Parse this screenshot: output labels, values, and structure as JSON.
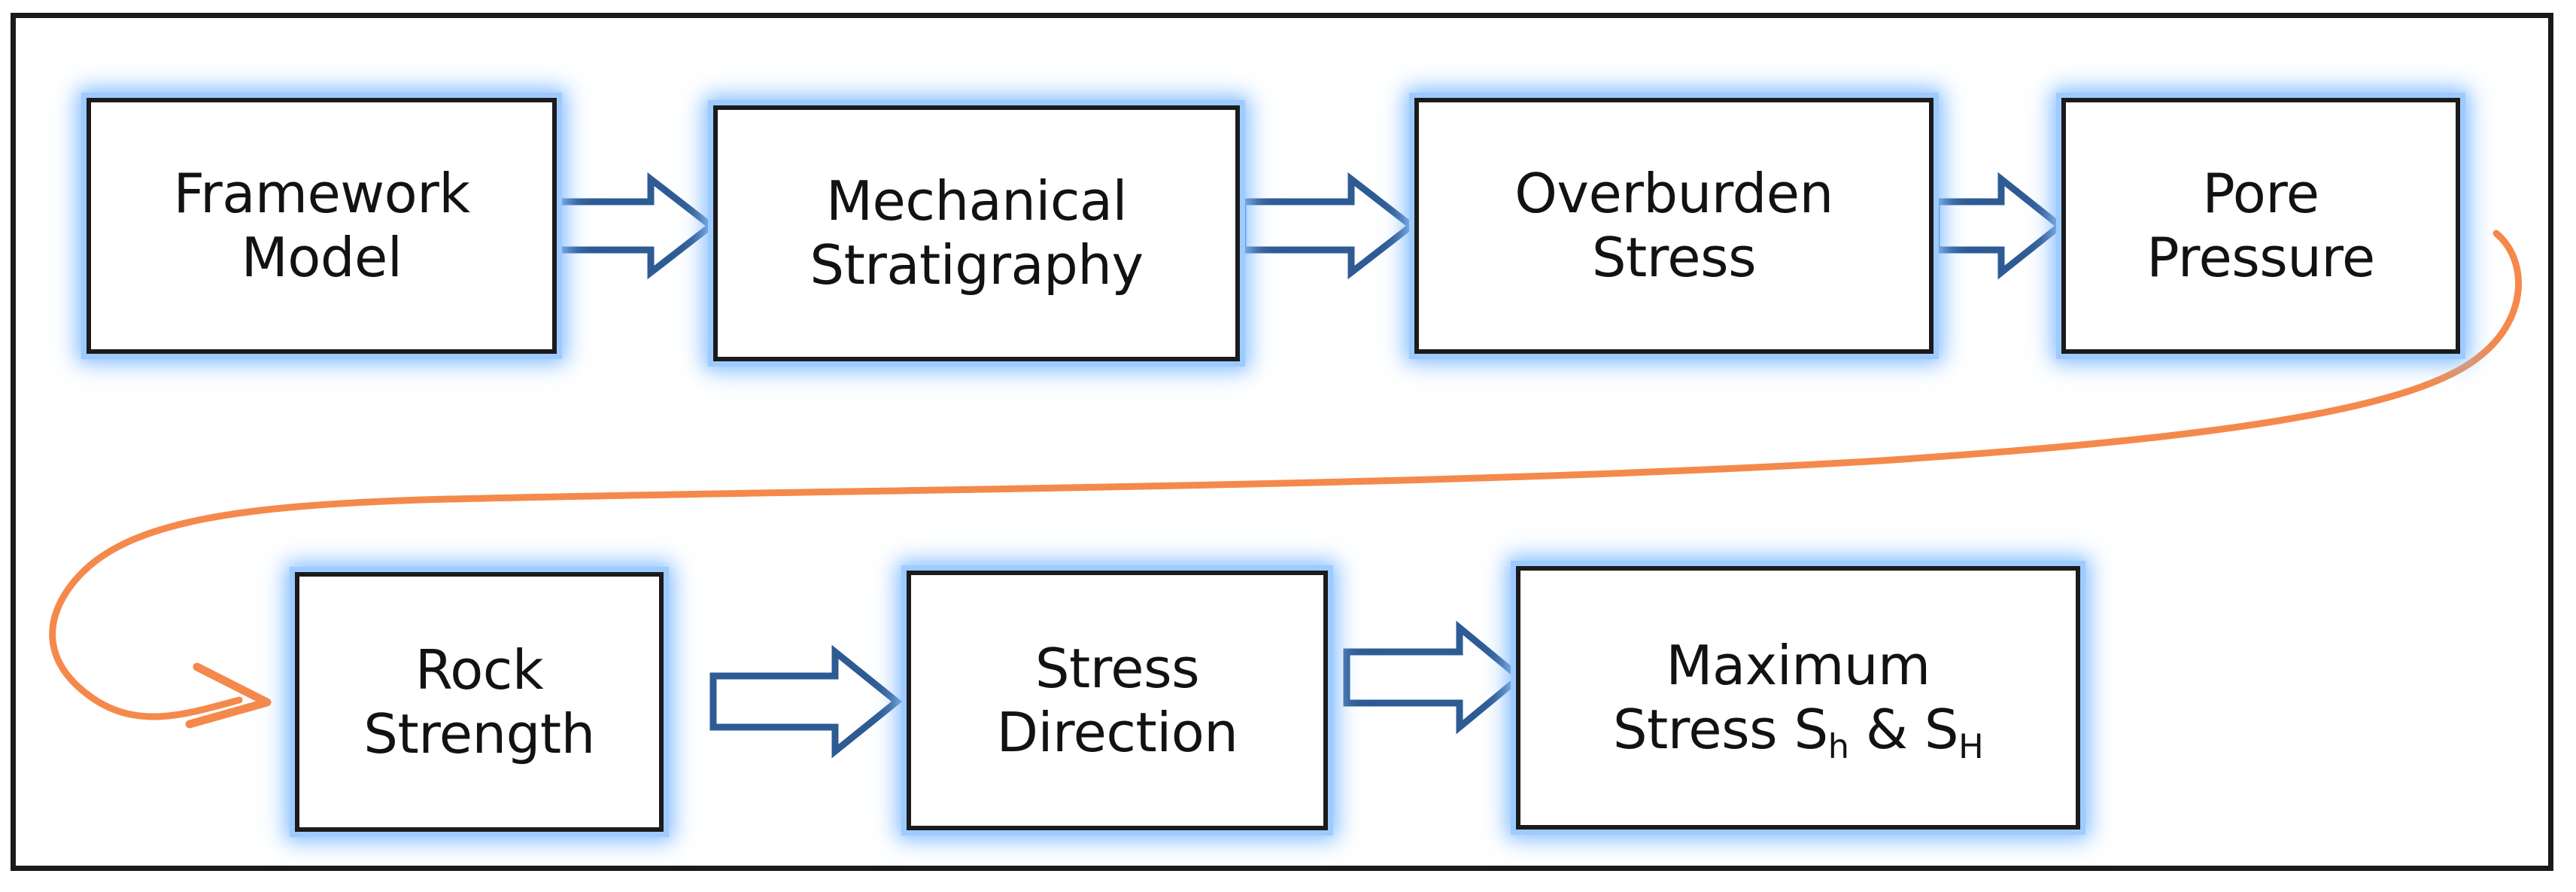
{
  "diagram": {
    "type": "flowchart",
    "orientation": "two-row-snake",
    "frame": {
      "visible": true,
      "color": "#1a1a1a"
    },
    "colors": {
      "node_border": "#1b1b1b",
      "node_fill": "#ffffff",
      "node_glow": "#9ecbff",
      "block_arrow_stroke": "#2e5b94",
      "block_arrow_fill": "#ffffff",
      "feedback_arrow": "#f5894b",
      "text": "#121212"
    },
    "nodes": [
      {
        "id": "framework-model",
        "label": "Framework\nModel",
        "row": 1,
        "order": 1
      },
      {
        "id": "mech-strat",
        "label": "Mechanical\nStratigraphy",
        "row": 1,
        "order": 2
      },
      {
        "id": "overburden-stress",
        "label": "Overburden\nStress",
        "row": 1,
        "order": 3
      },
      {
        "id": "pore-pressure",
        "label": "Pore\nPressure",
        "row": 1,
        "order": 4
      },
      {
        "id": "rock-strength",
        "label": "Rock\nStrength",
        "row": 2,
        "order": 1
      },
      {
        "id": "stress-direction",
        "label": "Stress\nDirection",
        "row": 2,
        "order": 2
      },
      {
        "id": "maximum-stress",
        "label": "Maximum\nStress",
        "row": 2,
        "order": 3,
        "label_line1": "Maximum",
        "label_line2_prefix": "Stress S",
        "label_line2_sub1": "h",
        "label_line2_mid": " & S",
        "label_line2_sub2": "H"
      }
    ],
    "connectors": [
      {
        "id": "arrow-framework-to-mech",
        "from": "framework-model",
        "to": "mech-strat",
        "style": "block-arrow",
        "color": "#2e5b94"
      },
      {
        "id": "arrow-mech-to-overburden",
        "from": "mech-strat",
        "to": "overburden-stress",
        "style": "block-arrow",
        "color": "#2e5b94"
      },
      {
        "id": "arrow-overburden-to-pore",
        "from": "overburden-stress",
        "to": "pore-pressure",
        "style": "block-arrow",
        "color": "#2e5b94"
      },
      {
        "id": "arrow-pore-to-rock-feedback",
        "from": "pore-pressure",
        "to": "rock-strength",
        "style": "curved-line-arrow",
        "color": "#f5894b"
      },
      {
        "id": "arrow-rock-to-direction",
        "from": "rock-strength",
        "to": "stress-direction",
        "style": "block-arrow",
        "color": "#2e5b94"
      },
      {
        "id": "arrow-direction-to-maximum",
        "from": "stress-direction",
        "to": "maximum-stress",
        "style": "block-arrow",
        "color": "#2e5b94"
      }
    ]
  }
}
